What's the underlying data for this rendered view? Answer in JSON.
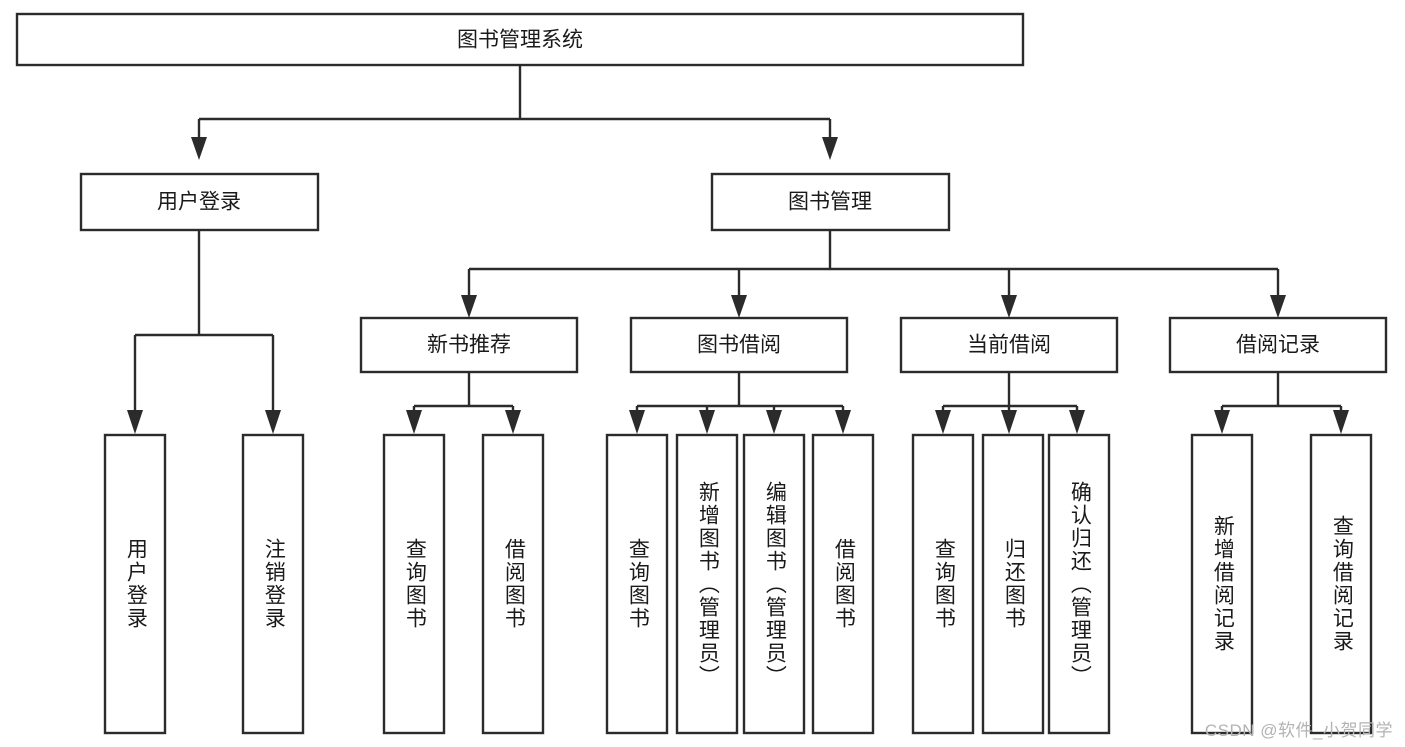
{
  "diagram": {
    "type": "tree",
    "title": "图书管理系统",
    "watermark": "CSDN @软件_小贺同学",
    "levels": {
      "root": {
        "label": "图书管理系统"
      },
      "level2": [
        {
          "id": "user-login",
          "label": "用户登录"
        },
        {
          "id": "book-manage",
          "label": "图书管理"
        }
      ],
      "level3": [
        {
          "id": "new-book-rec",
          "label": "新书推荐",
          "parent": "book-manage"
        },
        {
          "id": "book-borrow",
          "label": "图书借阅",
          "parent": "book-manage"
        },
        {
          "id": "current-borrow",
          "label": "当前借阅",
          "parent": "book-manage"
        },
        {
          "id": "borrow-record",
          "label": "借阅记录",
          "parent": "book-manage"
        }
      ],
      "leaves": [
        {
          "id": "leaf-user-login",
          "label": "用户登录",
          "parent": "user-login"
        },
        {
          "id": "leaf-logout",
          "label": "注销登录",
          "parent": "user-login"
        },
        {
          "id": "leaf-query-book-1",
          "label": "查询图书",
          "parent": "new-book-rec"
        },
        {
          "id": "leaf-borrow-book-1",
          "label": "借阅图书",
          "parent": "new-book-rec"
        },
        {
          "id": "leaf-query-book-2",
          "label": "查询图书",
          "parent": "book-borrow"
        },
        {
          "id": "leaf-add-book",
          "label": "新增图书（管理员）",
          "parent": "book-borrow"
        },
        {
          "id": "leaf-edit-book",
          "label": "编辑图书（管理员）",
          "parent": "book-borrow"
        },
        {
          "id": "leaf-borrow-book-2",
          "label": "借阅图书",
          "parent": "book-borrow"
        },
        {
          "id": "leaf-query-book-3",
          "label": "查询图书",
          "parent": "current-borrow"
        },
        {
          "id": "leaf-return-book",
          "label": "归还图书",
          "parent": "current-borrow"
        },
        {
          "id": "leaf-confirm-return",
          "label": "确认归还（管理员）",
          "parent": "current-borrow"
        },
        {
          "id": "leaf-add-record",
          "label": "新增借阅记录",
          "parent": "borrow-record"
        },
        {
          "id": "leaf-query-record",
          "label": "查询借阅记录",
          "parent": "borrow-record"
        }
      ]
    },
    "colors": {
      "stroke": "#2b2b2b",
      "fill": "#ffffff",
      "text": "#1a1a1a",
      "watermark": "#b3b3b3"
    }
  }
}
